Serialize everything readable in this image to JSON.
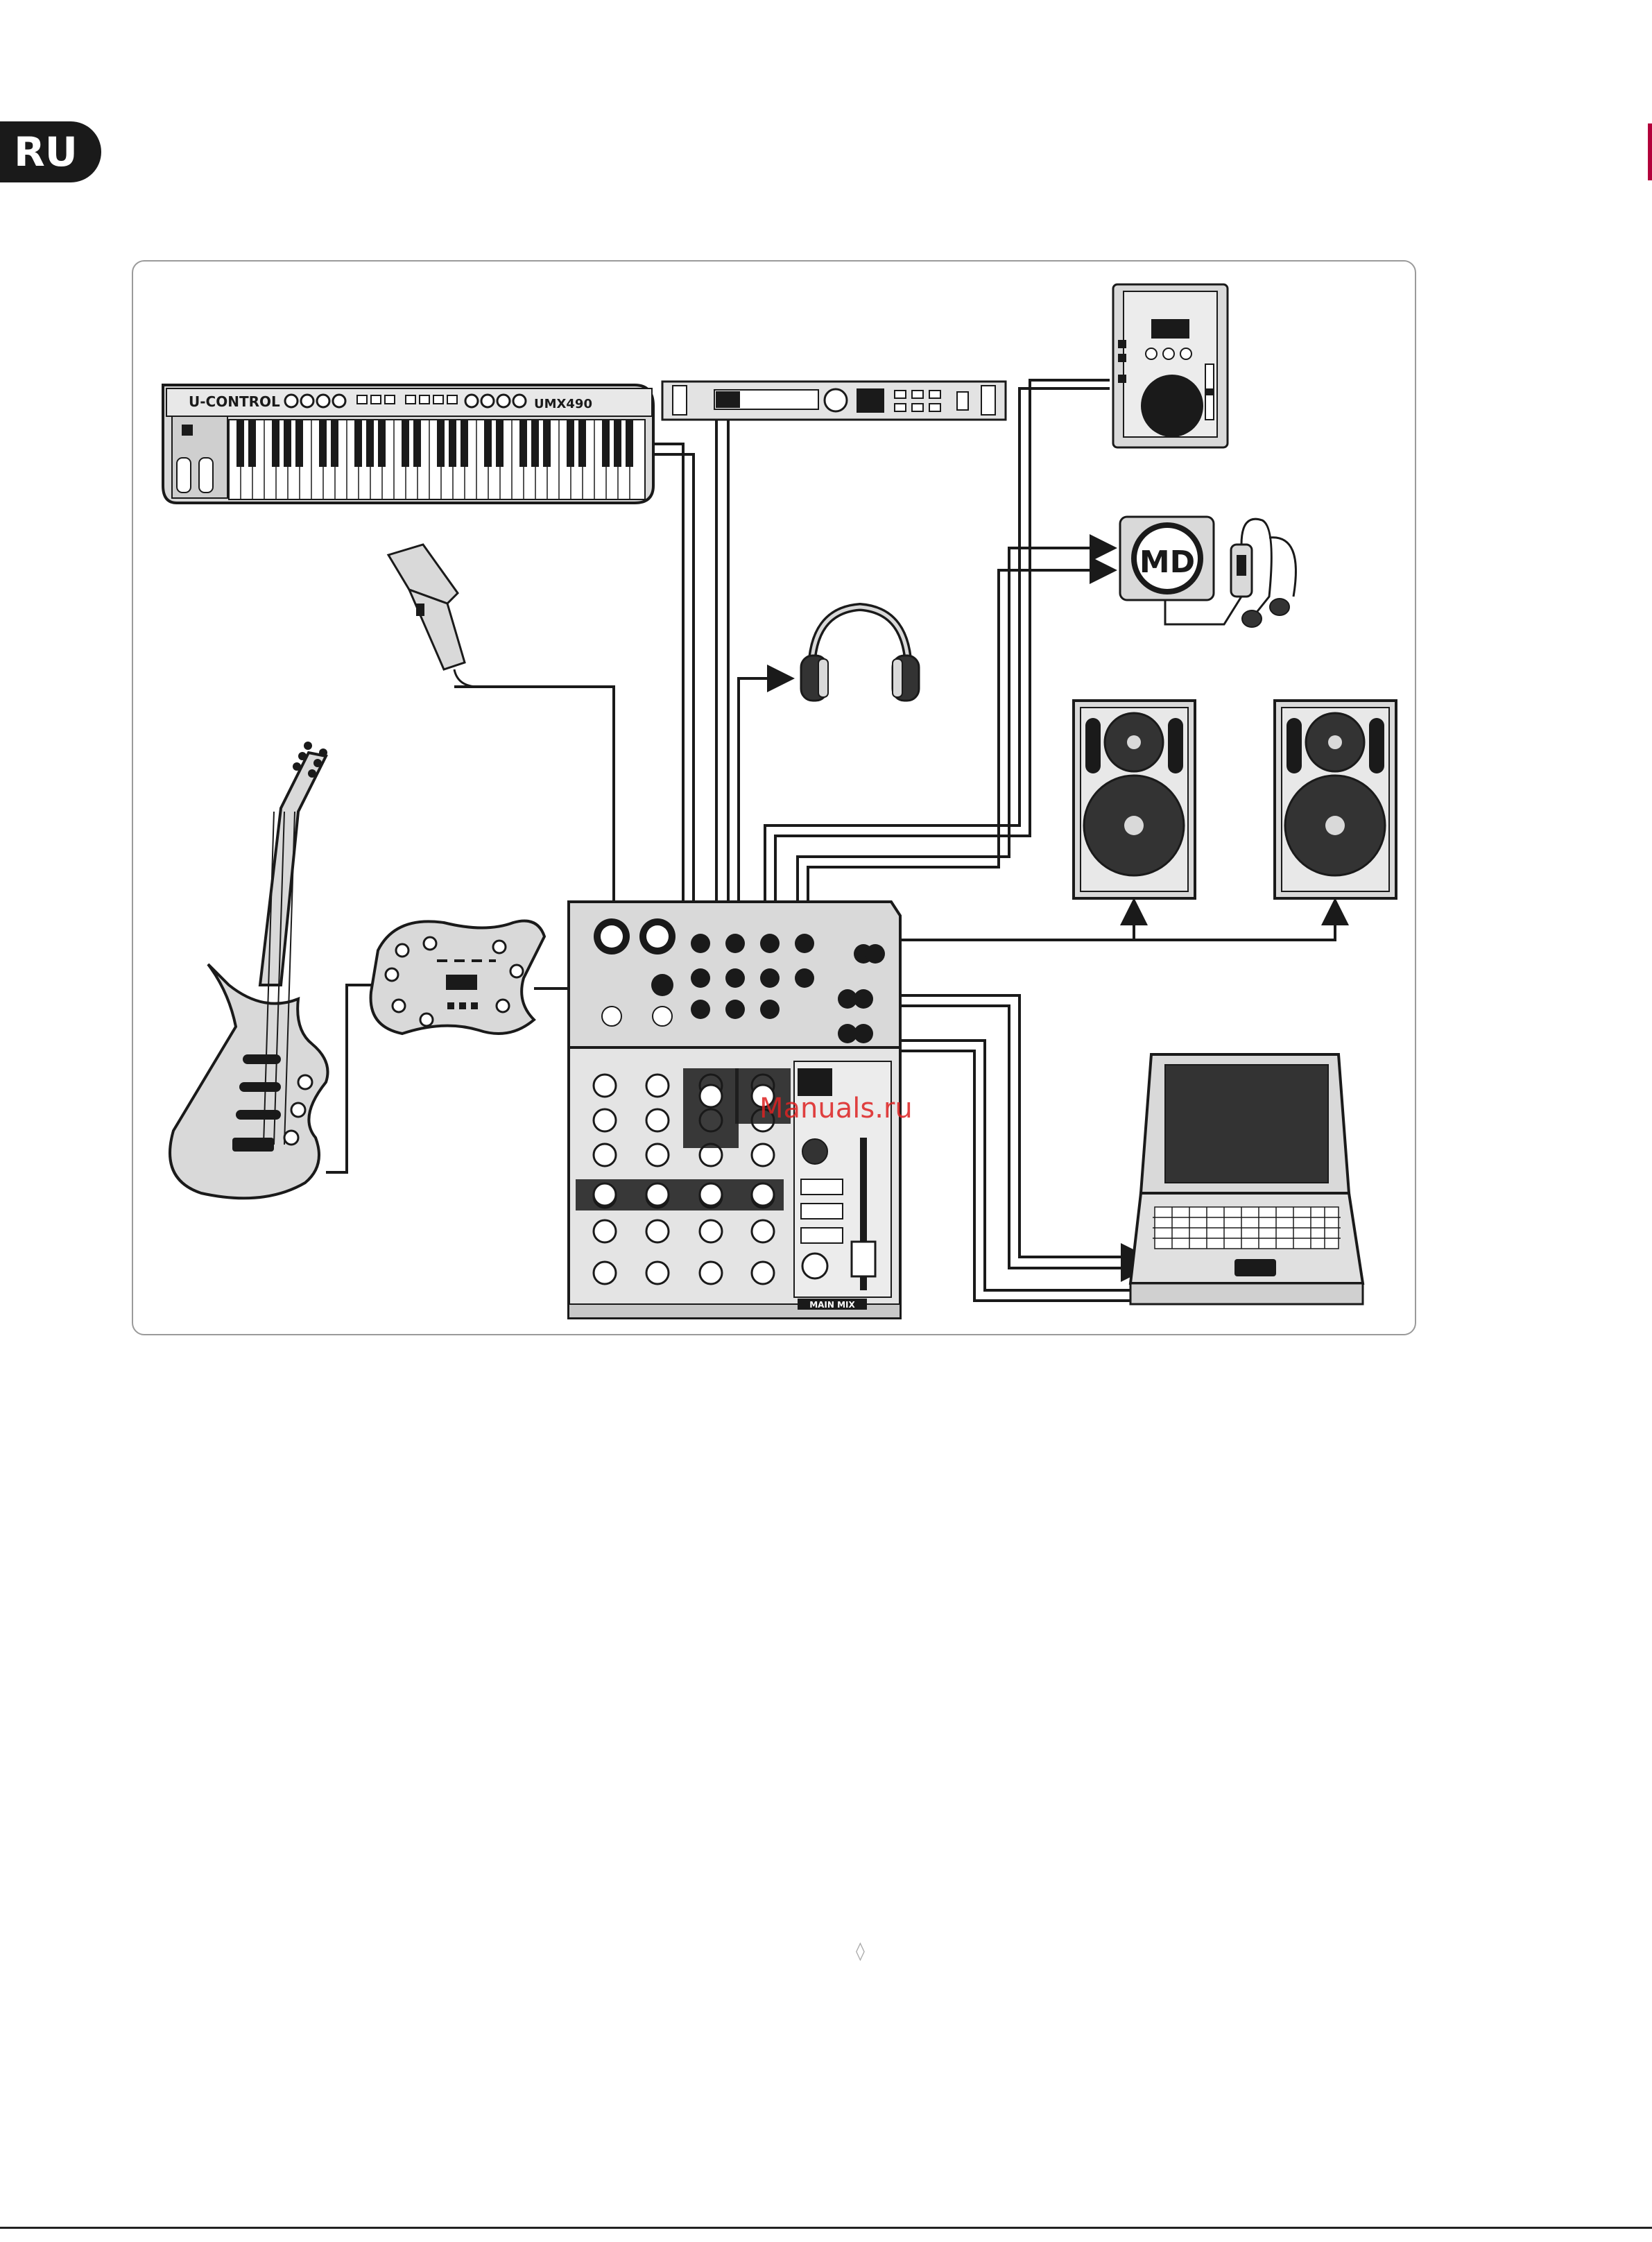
{
  "page": {
    "language_badge": "RU",
    "watermark": "Manuals.ru",
    "page_mark": "◊"
  },
  "devices": {
    "keyboard_brand": "U-CONTROL",
    "keyboard_model": "UMX490",
    "minidisc_label": "MD"
  },
  "mixer": {
    "section_main": "MAIN MIX"
  },
  "colors": {
    "badge": "#1a1a1a",
    "line": "#1a1a1a",
    "device_fill": "#d9d9d9",
    "device_dark": "#333333",
    "accent": "#b3003b"
  }
}
